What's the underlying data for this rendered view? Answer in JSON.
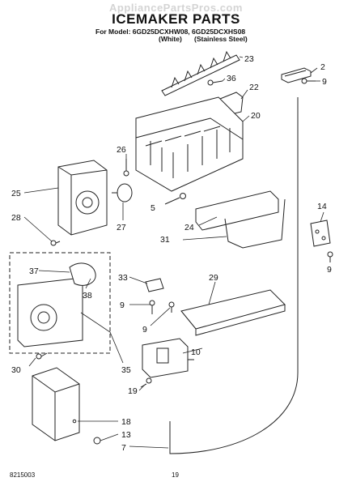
{
  "header": {
    "watermark": "AppliancePartsPros.com",
    "title": "ICEMAKER PARTS",
    "model_line": "For Model: 6GD25DCXHW08, 6GD25DCXHS08",
    "variant_white": "(White)",
    "variant_stainless": "(Stainless Steel)"
  },
  "callouts": {
    "c2": "2",
    "c9a": "9",
    "c23": "23",
    "c36": "36",
    "c22": "22",
    "c20": "20",
    "c26": "26",
    "c25": "25",
    "c5": "5",
    "c27": "27",
    "c24": "24",
    "c28": "28",
    "c31": "31",
    "c14": "14",
    "c9b": "9",
    "c37": "37",
    "c38": "38",
    "c29": "29",
    "c33": "33",
    "c9c": "9",
    "c9d": "9",
    "c10": "10",
    "c30": "30",
    "c35": "35",
    "c19": "19",
    "c18": "18",
    "c13": "13",
    "c7": "7"
  },
  "footer": {
    "doc_number": "8215003",
    "page_number": "19"
  }
}
